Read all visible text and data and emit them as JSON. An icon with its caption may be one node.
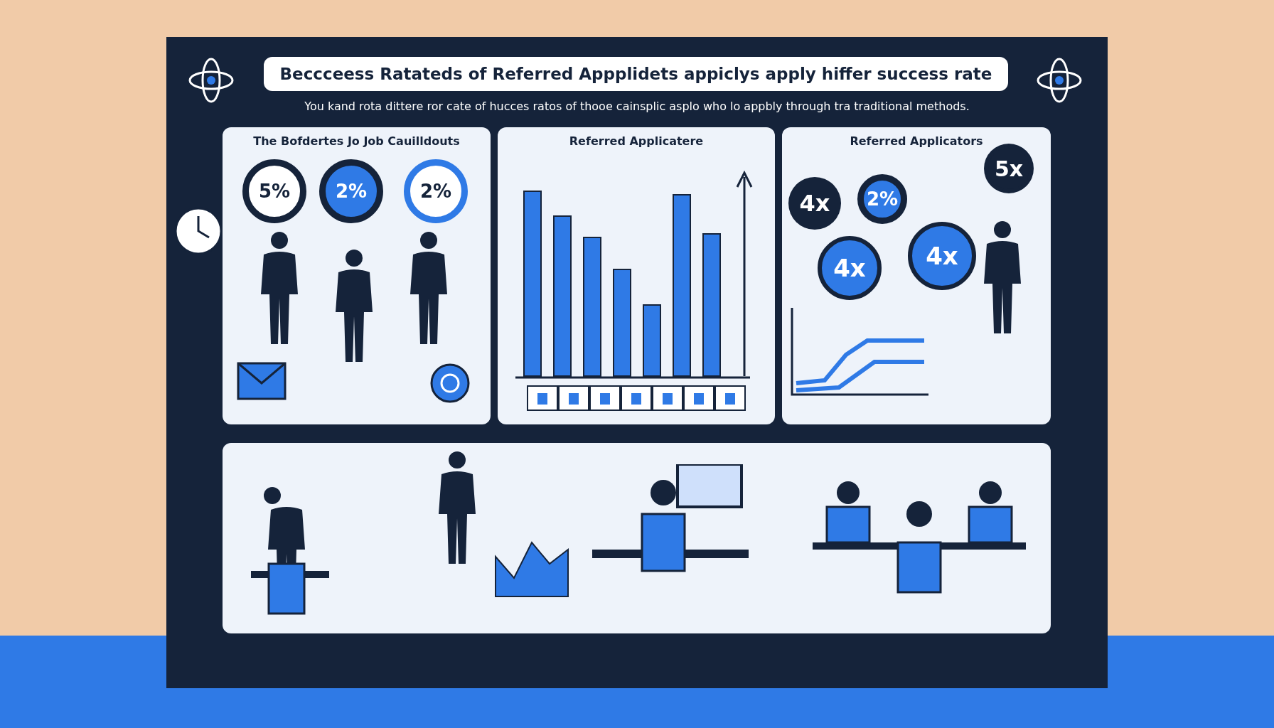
{
  "diagram": {
    "title": "Beccceess Ratateds of Referred Appplidets appiclys apply hiffer success rate",
    "nodes": [
      {
        "text": [
          "The Bofdertes Jo Job Cauilldouts"
        ]
      },
      {
        "text": [
          "5%"
        ],
        "in": 0
      },
      {
        "text": [
          "2%"
        ],
        "in": 0
      },
      {
        "text": [
          "2%"
        ],
        "in": 0
      },
      {
        "text": [
          "Referred Applicatere"
        ]
      },
      {
        "text": [
          "Referred Applicators"
        ]
      },
      {
        "text": [
          "4x"
        ],
        "in": 5
      },
      {
        "text": [
          "2%"
        ],
        "in": 5
      },
      {
        "text": [
          "5x"
        ],
        "in": 5
      },
      {
        "text": [
          "4x"
        ],
        "in": 5
      },
      {
        "text": [
          "4x"
        ],
        "in": 5
      },
      {
        "text": [],
        "shape": "box"
      }
    ],
    "labels": [
      "You kand rota dittere ror cate of hucces ratos of thooe cainsplic asplo who lo appbly through tra traditional methods."
    ]
  }
}
